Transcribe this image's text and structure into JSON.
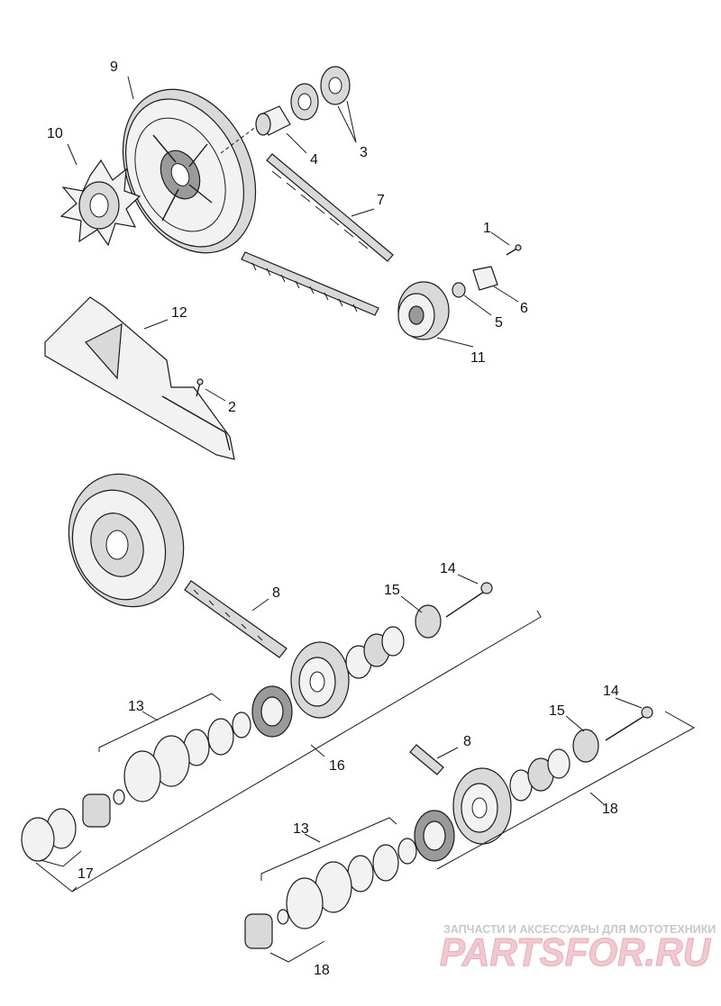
{
  "callouts": {
    "c1": "1",
    "c2": "2",
    "c3": "3",
    "c4": "4",
    "c5": "5",
    "c6": "6",
    "c7": "7",
    "c8a": "8",
    "c8b": "8",
    "c9": "9",
    "c10": "10",
    "c11": "11",
    "c12": "12",
    "c13a": "13",
    "c13b": "13",
    "c14a": "14",
    "c14b": "14",
    "c15a": "15",
    "c15b": "15",
    "c16": "16",
    "c17": "17",
    "c18a": "18",
    "c18b": "18"
  },
  "watermark": {
    "caption": "ЗАПЧАСТИ И АКСЕССУАРЫ ДЛЯ МОТОТЕХНИКИ",
    "logo": "PARTSFOR.RU"
  }
}
